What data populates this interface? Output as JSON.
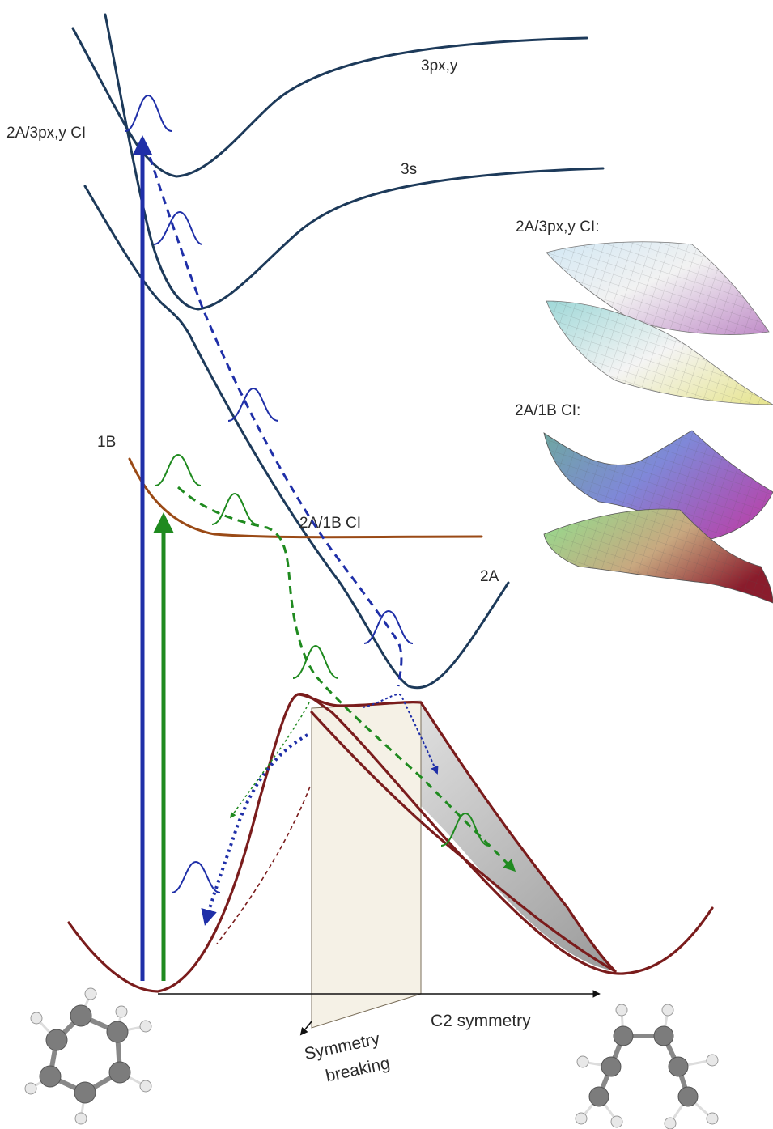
{
  "labels": {
    "state_3pxy": "3px,y",
    "state_3s": "3s",
    "ci_2a_3pxy": "2A/3px,y CI",
    "state_1b": "1B",
    "ci_2a_1b": "2A/1B CI",
    "state_2a": "2A",
    "axis_c2": "C2 symmetry",
    "axis_symmetry_breaking_1": "Symmetry",
    "axis_symmetry_breaking_2": "breaking"
  },
  "insets": {
    "top_title": "2A/3px,y CI:",
    "bottom_title": "2A/1B CI:"
  },
  "colors": {
    "rydberg_curves": "#1d3a5a",
    "state_1b": "#9a4a16",
    "ground_state": "#7a1c1c",
    "blue_arrows": "#1f2fa8",
    "green_arrows": "#1f8a1f"
  }
}
